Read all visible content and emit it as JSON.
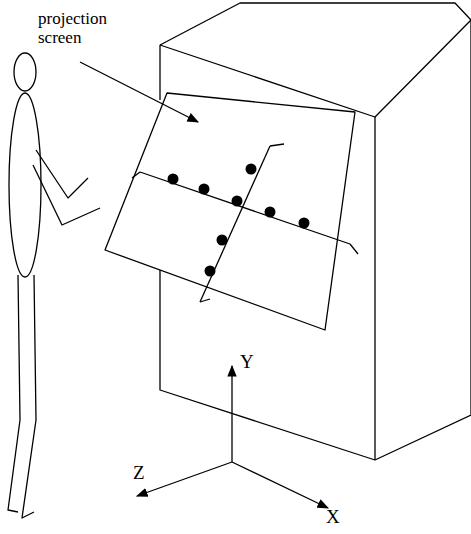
{
  "diagram": {
    "labels": [
      "projection screen",
      "Y",
      "Z",
      "X"
    ]
  }
}
